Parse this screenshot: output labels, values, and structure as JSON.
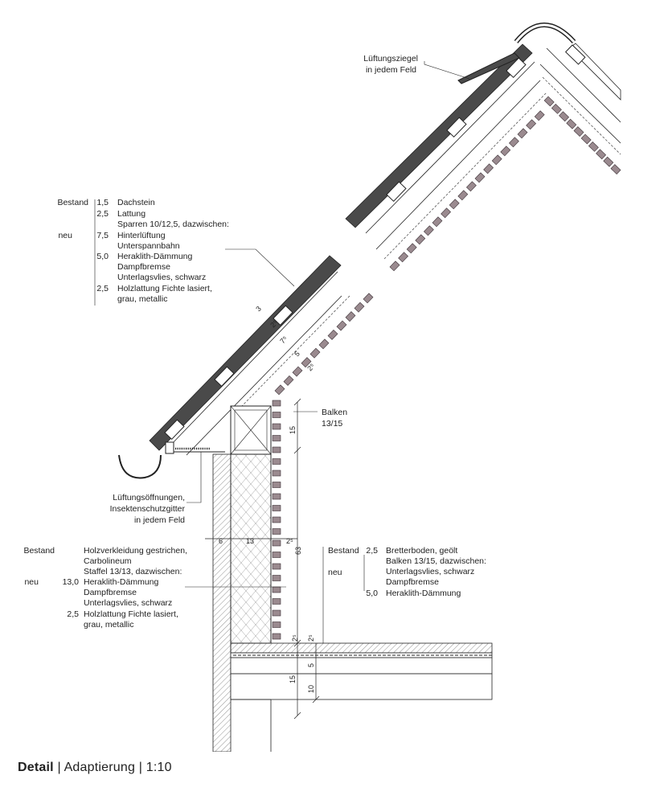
{
  "caption": {
    "title": "Detail",
    "separator1": "|",
    "subtitle": "Adaptierung",
    "separator2": "|",
    "scale": "1:10"
  },
  "roof_callout": {
    "label_line1": "Lüftungsziegel",
    "label_line2": "in jedem Feld"
  },
  "roof_layers": {
    "status_existing": "Bestand",
    "status_new": "neu",
    "rows": [
      {
        "thickness": "1,5",
        "text": "Dachstein"
      },
      {
        "thickness": "2,5",
        "text": "Lattung"
      },
      {
        "thickness": "",
        "text": "Sparren 10/12,5, dazwischen:"
      },
      {
        "thickness": "7,5",
        "text": "Hinterlüftung"
      },
      {
        "thickness": "",
        "text": "Unterspannbahn"
      },
      {
        "thickness": "5,0",
        "text": "Heraklith-Dämmung"
      },
      {
        "thickness": "",
        "text": "Dampfbremse"
      },
      {
        "thickness": "",
        "text": "Unterlagsvlies, schwarz"
      },
      {
        "thickness": "2,5",
        "text": "Holzlattung Fichte lasiert,"
      },
      {
        "thickness": "",
        "text": "grau, metallic"
      }
    ]
  },
  "beam_callout": {
    "line1": "Balken",
    "line2": "13/15"
  },
  "vent_callout": {
    "line1": "Lüftungsöffnungen,",
    "line2": "Insektenschutzgitter",
    "line3": "in jedem Feld"
  },
  "wall_layers": {
    "status_existing": "Bestand",
    "status_new": "neu",
    "rows": [
      {
        "thickness": "",
        "text": "Holzverkleidung gestrichen,"
      },
      {
        "thickness": "",
        "text": "Carbolineum"
      },
      {
        "thickness": "",
        "text": "Staffel 13/13, dazwischen:"
      },
      {
        "thickness": "13,0",
        "text": "Heraklith-Dämmung"
      },
      {
        "thickness": "",
        "text": "Dampfbremse"
      },
      {
        "thickness": "",
        "text": "Unterlagsvlies, schwarz"
      },
      {
        "thickness": "2,5",
        "text": "Holzlattung Fichte lasiert,"
      },
      {
        "thickness": "",
        "text": "grau, metallic"
      }
    ]
  },
  "floor_layers": {
    "status_existing": "Bestand",
    "status_new": "neu",
    "rows": [
      {
        "thickness": "2,5",
        "text": "Bretterboden, geölt"
      },
      {
        "thickness": "",
        "text": "Balken 13/15, dazwischen:"
      },
      {
        "thickness": "",
        "text": "Unterlagsvlies, schwarz"
      },
      {
        "thickness": "",
        "text": "Dampfbremse"
      },
      {
        "thickness": "5,0",
        "text": "Heraklith-Dämmung"
      }
    ]
  },
  "dimensions": {
    "roof_3": "3",
    "roof_25a": "2⁵",
    "roof_75": "7⁵",
    "roof_5": "5",
    "roof_25b": "2⁵",
    "beam_15": "15",
    "wall_6": "6",
    "wall_13": "13",
    "wall_25": "2⁵",
    "wall_63": "63",
    "floor_25a": "2⁵",
    "floor_25b": "2⁵",
    "floor_5": "5",
    "floor_15": "15",
    "floor_10": "10"
  },
  "colors": {
    "line": "#222222",
    "tile": "#4a4a4a",
    "cladding": "#9a8a8f",
    "cladding_stroke": "#3a3035"
  }
}
